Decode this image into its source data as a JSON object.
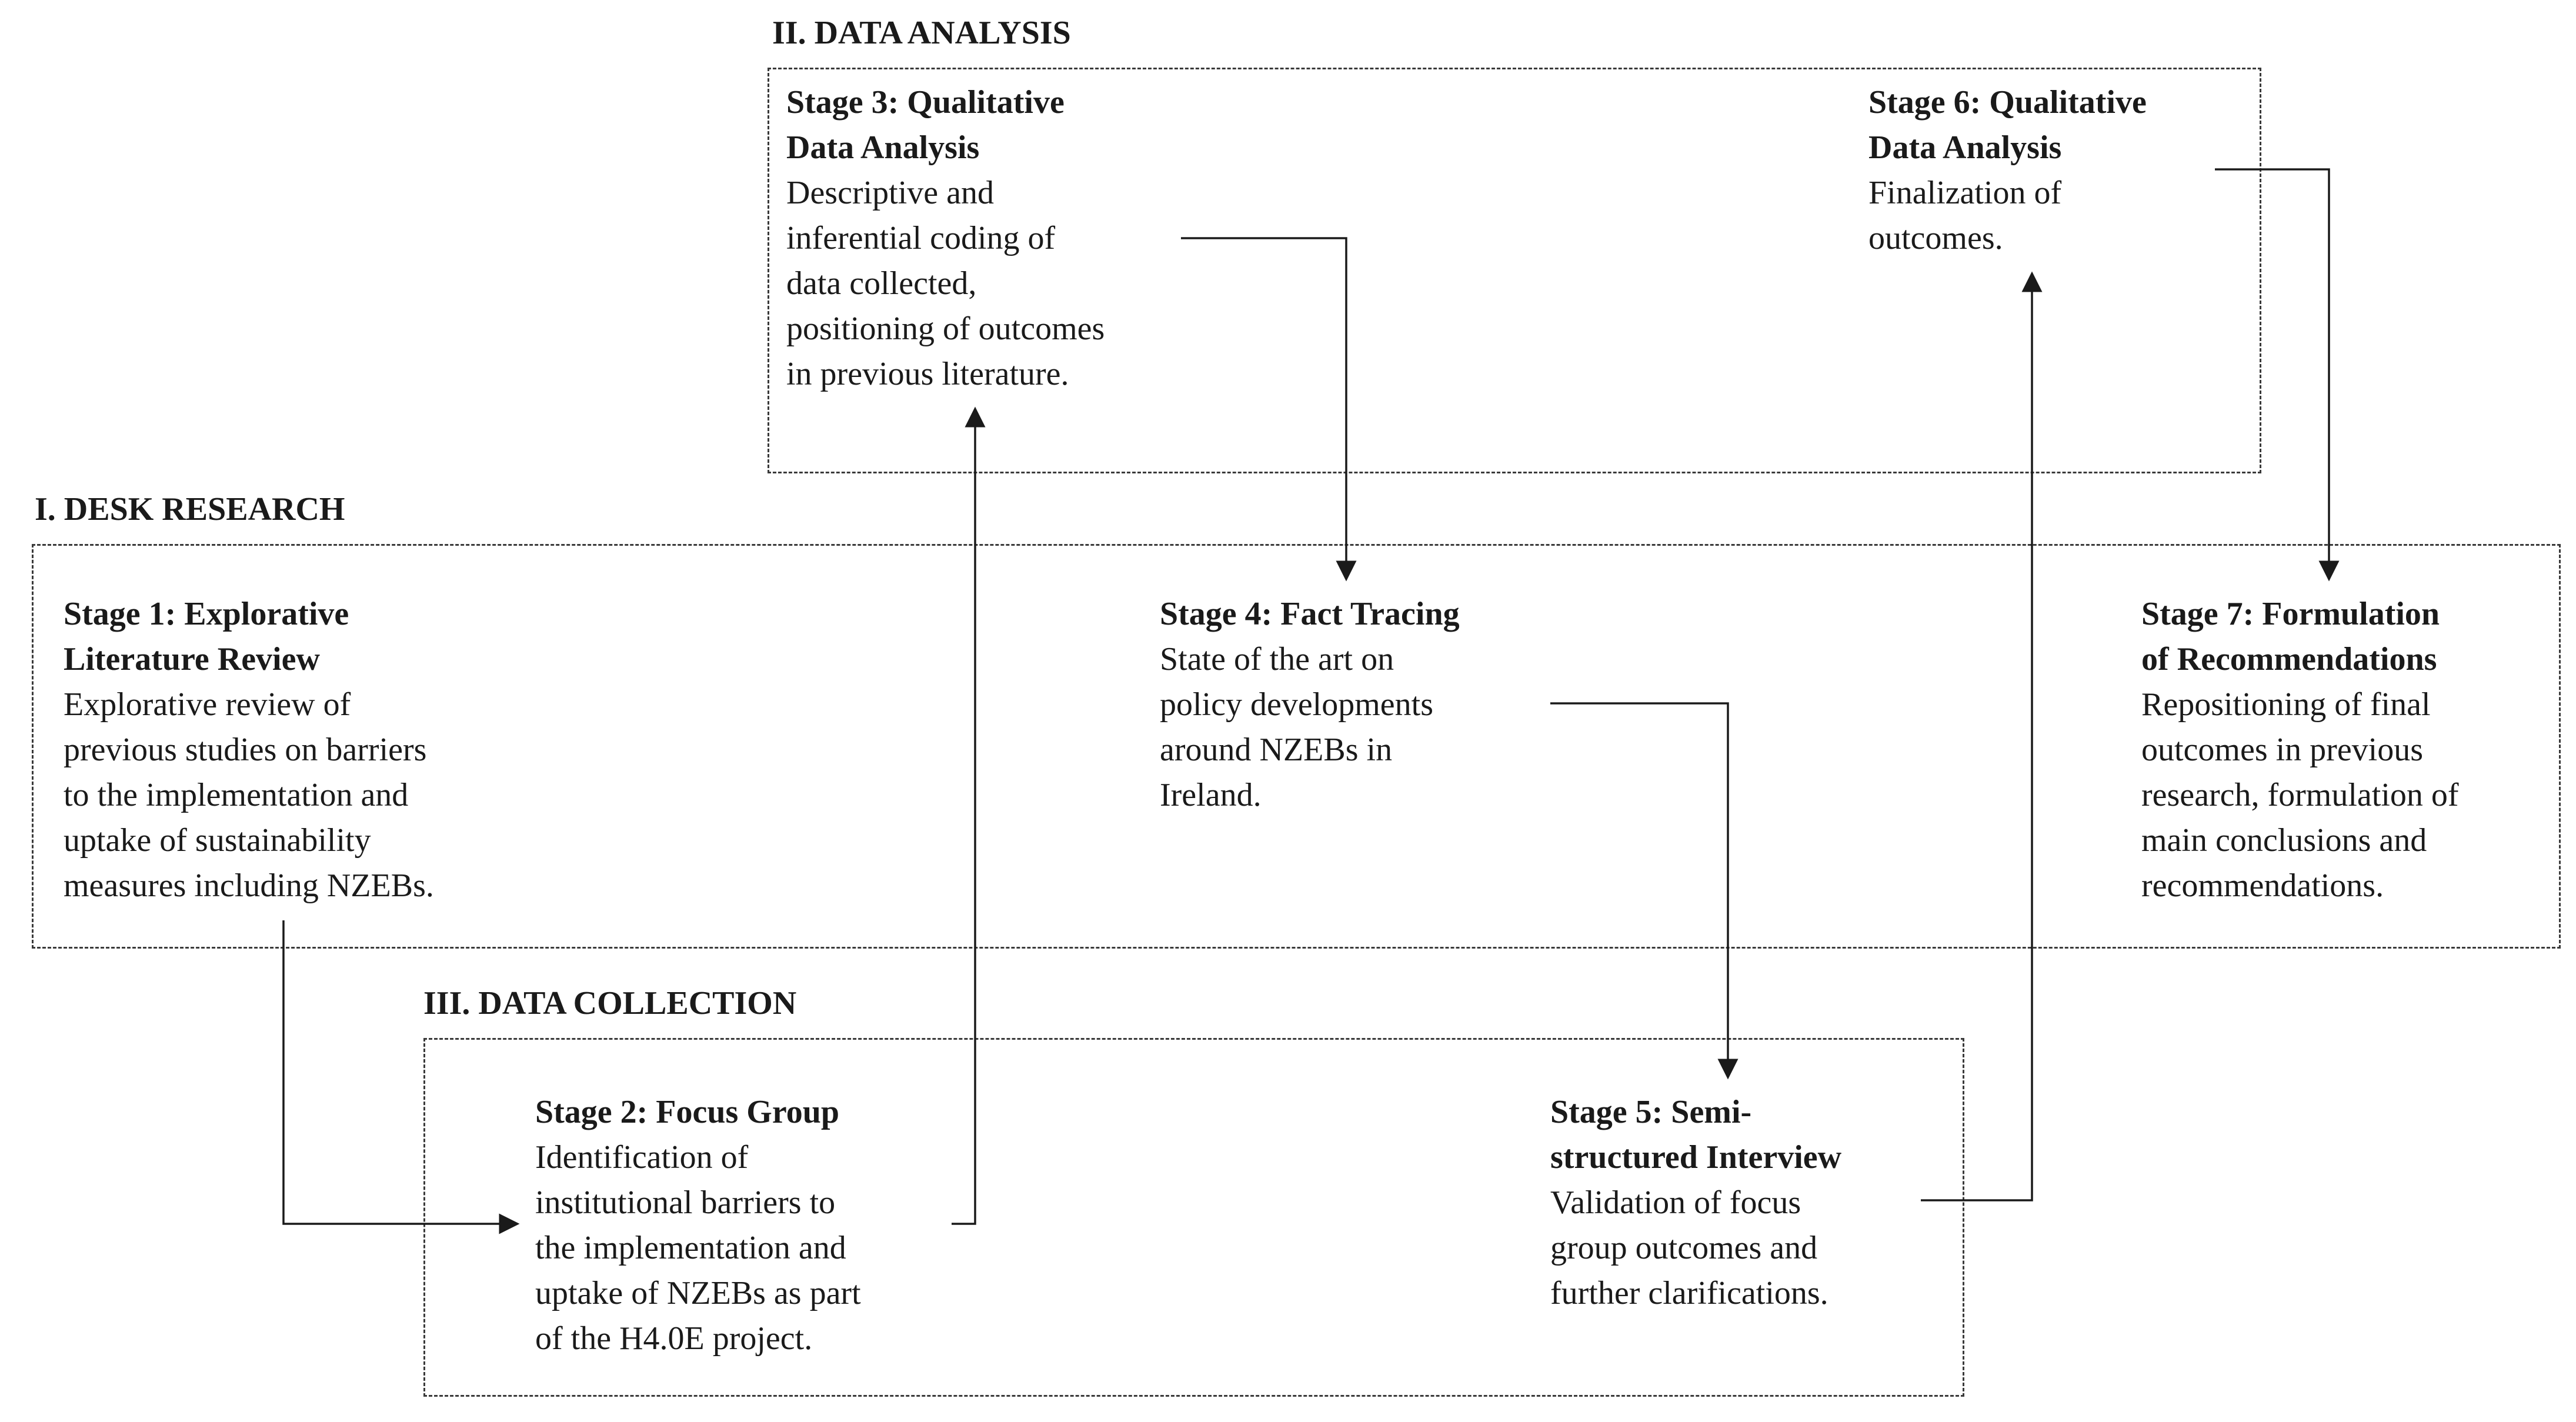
{
  "sections": {
    "desk_research": "I. DESK RESEARCH",
    "data_analysis": "II. DATA ANALYSIS",
    "data_collection": "III. DATA COLLECTION"
  },
  "stages": {
    "s1": {
      "title": "Stage 1: Explorative\nLiterature Review",
      "desc": "Explorative review of\nprevious studies on barriers\nto the implementation and\nuptake of sustainability\nmeasures including NZEBs."
    },
    "s2": {
      "title": "Stage 2: Focus Group",
      "desc": "Identification of\ninstitutional barriers to\nthe implementation and\nuptake of NZEBs as part\nof the H4.0E project."
    },
    "s3": {
      "title": "Stage 3: Qualitative\nData Analysis",
      "desc": "Descriptive and\ninferential coding of\ndata collected,\npositioning of outcomes\nin previous literature."
    },
    "s4": {
      "title": "Stage 4: Fact Tracing",
      "desc": "State of the art on\npolicy developments\naround NZEBs in\nIreland."
    },
    "s5": {
      "title": "Stage 5: Semi-\nstructured Interview",
      "desc": "Validation of focus\ngroup outcomes and\nfurther clarifications."
    },
    "s6": {
      "title": "Stage 6: Qualitative\nData Analysis",
      "desc": "Finalization of\noutcomes."
    },
    "s7": {
      "title": "Stage 7: Formulation\nof Recommendations",
      "desc": "Repositioning of final\noutcomes in previous\nresearch, formulation of\nmain conclusions and\nrecommendations."
    }
  },
  "colors": {
    "line": "#1a1a1a",
    "border": "#3a3a3a",
    "text": "#1a1a1a"
  }
}
